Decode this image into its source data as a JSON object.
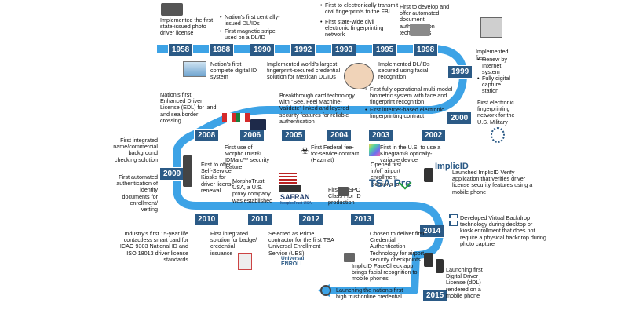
{
  "years": [
    "1958",
    "1988",
    "1990",
    "1992",
    "1993",
    "1995",
    "1998",
    "1999",
    "2000",
    "2002",
    "2003",
    "2004",
    "2005",
    "2006",
    "2008",
    "2009",
    "2010",
    "2011",
    "2012",
    "2013",
    "2014",
    "2015"
  ],
  "events": {
    "e1958": "Implemented the first state-issued photo driver license",
    "e1988a": "Nation's first centrally-issued DL/IDs",
    "e1988b": "First magnetic stripe used on a DL/ID",
    "e1988c": "Nation's first complete digital ID system",
    "e1993a": "First to electronically transmit civil fingerprints to the FBI",
    "e1993b": "First state-wide civil electronic fingerprinting network",
    "e1992": "Implemented world's largest fingerprint-secured credential solution for Mexican DL/IDs",
    "e1995": "Implemented DL/IDs secured using facial recognition",
    "e1998": "First to develop and offer automated document authentication technologies",
    "e1999_title": "Implemented first:",
    "e1999a": "Renew by Internet system",
    "e1999b": "Fully digital capture station",
    "e2000": "First electronic fingerprinting network for the U.S. Military",
    "e2002a": "First fully operational multi-modal biometric system with face and fingerprint recognition",
    "e2002b": "First internet-based electronic fingerprinting contract",
    "e2008": "Nation's first Enhanced Driver License (EDL) for land and sea border crossing",
    "e2005": "Breakthrough card technology with \"See, Feel Machine-Validate\" linked and layered security features for reliable authentication",
    "e2006": "First use of MorphoTrust® IDMarc™ security feature",
    "e2004": "First Federal fee-for-service contract (Hazmat)",
    "e2003": "First in the U.S. to use a Kinegram® optically-variable device",
    "e2009a": "First integrated name/commercial background checking solution",
    "e2009b": "First automated authentication of identity documents for enrollment/ vetting",
    "e2009c": "First to offer Self-Service Kiosks for driver license renewal",
    "e2011a": "MorphoTrust USA, a U.S. proxy company was established",
    "e2013a": "First NASPO Class I for ID production",
    "e2013b": "Opened first in/off airport enrollment locations for",
    "e2014a": "Launched ImplicID Verify application that verifies driver license security features using a mobile phone",
    "e2010a": "Industry's first 15-year life contactless smart card for ICAO 9303 National ID and ISO 18013 driver license standards",
    "e2010b": "First integrated solution for badge/ credential issuance",
    "e2012": "Selected as Prime contractor for the first TSA Universal Enrollment Service (UES)",
    "e2013c": "Chosen to deliver first Credential Authentication Technology for airport security checkpoints",
    "e2014b": "Developed Virtual Backdrop technology during desktop or kiosk enrollment that does not require a physical backdrop during photo capture",
    "e2014c": "ImplicID FaceCheck app brings facial recognition to mobile phones",
    "e2015a": "Launching first Digital Driver License (dDL) rendered on a mobile phone",
    "e2015b": "Launching the nation's first high trust online credential"
  },
  "logos": {
    "tsa": "TSA Pre",
    "implicid": "ImplicID",
    "safran": "SAFRAN",
    "safran_sub": "MorphoTrust USA",
    "ue_a": "Universal",
    "ue_b": "ENROLL"
  },
  "colors": {
    "road": "#3da3e6",
    "yearBox": "#2b5a86",
    "tsaGreen": "#1f9b3d"
  }
}
